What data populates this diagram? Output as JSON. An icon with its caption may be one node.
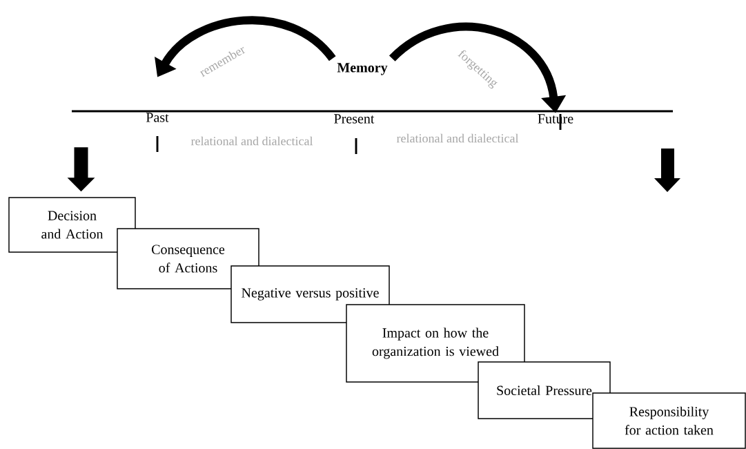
{
  "diagram": {
    "nodes": [
      {
        "text": [
          "Memory"
        ]
      },
      {
        "text": [
          "Past"
        ]
      },
      {
        "text": [
          "Present"
        ]
      },
      {
        "text": [
          "Future"
        ]
      },
      {
        "text": [
          "Decision and Action"
        ]
      },
      {
        "text": [
          "Consequence of Actions"
        ]
      },
      {
        "text": [
          "Negative versus positive"
        ]
      },
      {
        "text": [
          "Impact on how the organization is viewed"
        ]
      },
      {
        "text": [
          "Societal Pressure"
        ]
      },
      {
        "text": [
          "Responsibility for action taken"
        ]
      }
    ],
    "edges": [
      {
        "from": 0,
        "to": 1,
        "arrow": "to",
        "label": "remember"
      },
      {
        "from": 0,
        "to": 3,
        "arrow": "to",
        "label": "forgetting"
      },
      {
        "from": null,
        "to": 4,
        "arrow": "to"
      }
    ],
    "labels": [
      "relational and dialectical",
      "relational and dialectical"
    ]
  }
}
